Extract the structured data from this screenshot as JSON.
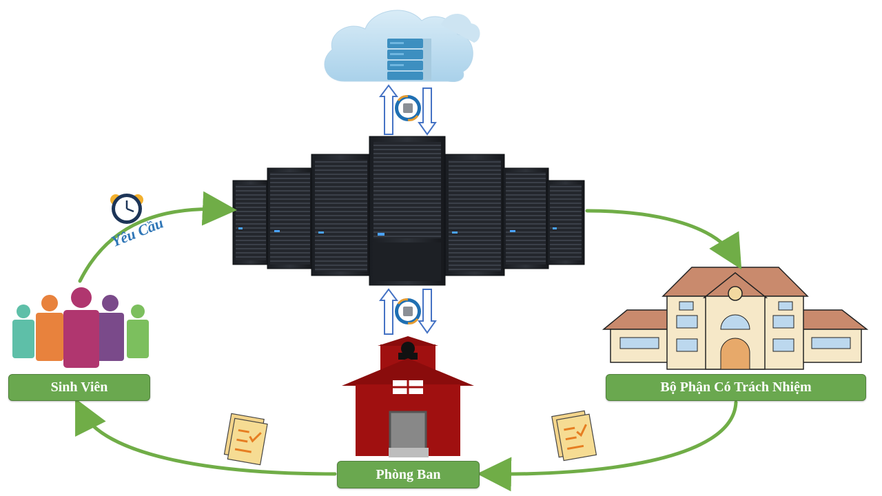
{
  "nodes": {
    "students": "Sinh Viên",
    "responsible_dept": "Bộ Phận Có Trách Nhiệm",
    "department": "Phòng Ban"
  },
  "edges": {
    "request_label": "Yêu Cầu"
  },
  "icons": [
    "cloud-server-icon",
    "server-rack-icon",
    "people-group-icon",
    "school-building-icon",
    "red-schoolhouse-icon",
    "alarm-clock-icon",
    "document-icon",
    "network-exchange-icon"
  ],
  "colors": {
    "flow_arrow": "#70ad47",
    "label_fill": "#6aa84f",
    "request_text": "#2e75b6",
    "sync_arrow": "#4472c4"
  }
}
